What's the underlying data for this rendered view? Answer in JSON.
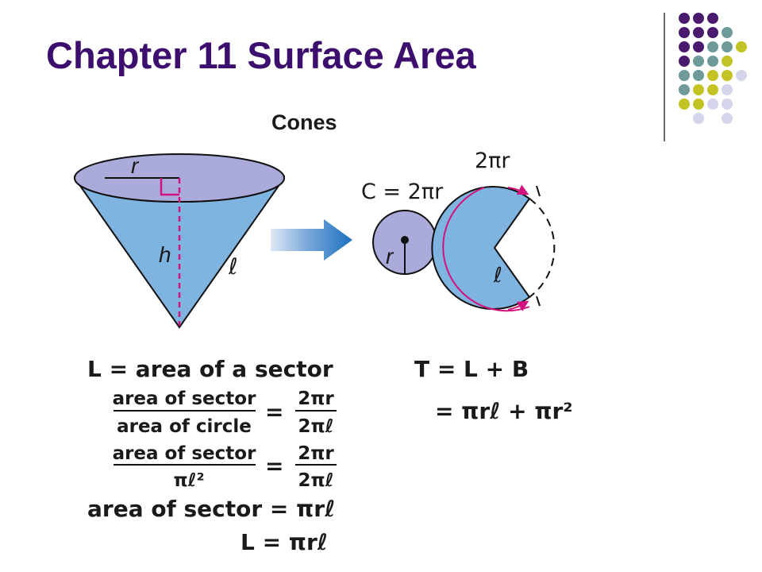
{
  "slide": {
    "title": "Chapter 11 Surface Area"
  },
  "decor": {
    "dot_colors": {
      "purple": "#4a1a6e",
      "teal": "#6e9a9a",
      "olive": "#c3c325",
      "lavender": "#d4d4ea"
    },
    "colors": {
      "cone_side": "#7fb3e0",
      "cone_base": "#aaaadb",
      "accent": "#d2127d",
      "arrow": "#1b6fc0",
      "title": "#3c0f6e"
    }
  },
  "figure": {
    "heading": "Cones",
    "cone_radius_label": "r",
    "cone_height_label": "h",
    "cone_slant_label": "ℓ",
    "arc_label": "2πr",
    "circumference_label": "C = 2πr",
    "circle_radius_label": "r",
    "sector_radius_label": "ℓ"
  },
  "formulas": {
    "l_def": "L = area of a sector",
    "ratio1_num": "area of sector",
    "ratio1_den": "area of circle",
    "ratio1_rhs_num": "2πr",
    "ratio1_rhs_den": "2πℓ",
    "ratio2_num": "area of sector",
    "ratio2_den": "πℓ²",
    "ratio2_rhs_num": "2πr",
    "ratio2_rhs_den": "2πℓ",
    "sector_area": "area of sector = πrℓ",
    "l_result": "L = πrℓ",
    "t_def": "T = L + B",
    "t_result": "= πrℓ + πr²"
  }
}
